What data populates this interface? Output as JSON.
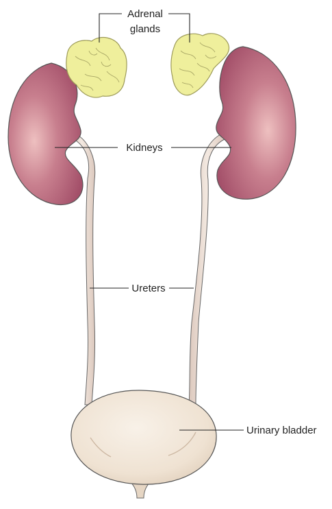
{
  "labels": {
    "adrenal_line1": "Adrenal",
    "adrenal_line2": "glands",
    "kidneys": "Kidneys",
    "ureters": "Ureters",
    "bladder": "Urinary bladder"
  },
  "colors": {
    "kidney": "#b05a72",
    "kidney_highlight": "#e8b3b5",
    "adrenal": "#efef9e",
    "adrenal_outline": "#b7b56a",
    "ureter": "#eadcd2",
    "bladder": "#f0e4d6",
    "bladder_shadow": "#d9c6b4",
    "outline": "#444444"
  }
}
